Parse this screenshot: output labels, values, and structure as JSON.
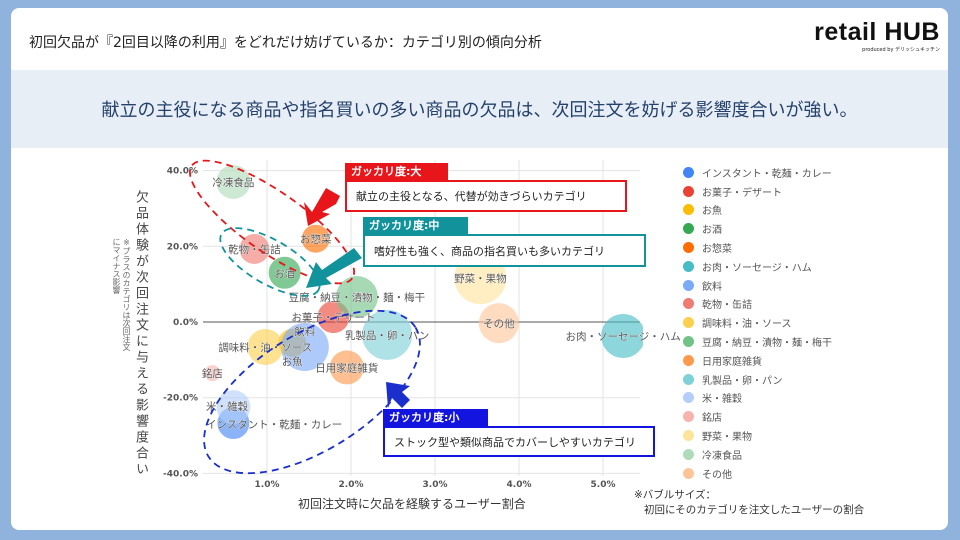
{
  "header": {
    "title": "初回欠品が『2回目以降の利用』をどれだけ妨げているか：カテゴリ別の傾向分析",
    "logo_main": "retail HUB",
    "logo_sub": "produced by デリッシュキッチン"
  },
  "headline": "献立の主役になる商品や指名買いの多い商品の欠品は、次回注文を妨げる影響度合いが強い。",
  "callouts": [
    {
      "head": "ガッカリ度:大",
      "text": "献立の主役となる、代替が効きづらいカテゴリ",
      "color": "#e8161b"
    },
    {
      "head": "ガッカリ度:中",
      "text": "嗜好性も強く、商品の指名買いも多いカテゴリ",
      "color": "#12939b"
    },
    {
      "head": "ガッカリ度:小",
      "text": "ストック型や類似商品でカバーしやすいカテゴリ",
      "color": "#1414e0"
    }
  ],
  "chart_data": {
    "type": "scatter",
    "subtype": "bubble",
    "xlabel": "初回注文時に欠品を経験するユーザー割合",
    "ylabel": "欠品体験が次回注文に与える影響度合い",
    "ylabel_note": "※プラスのカテゴリは次回注文にマイナス影響",
    "size_note_line1": "※バブルサイズ：",
    "size_note_line2": "初回にそのカテゴリを注文したユーザーの割合",
    "xlim": [
      0.0,
      5.5
    ],
    "ylim": [
      -40,
      40
    ],
    "xticks": [
      1.0,
      2.0,
      3.0,
      4.0,
      5.0
    ],
    "xtick_labels": [
      "1.0%",
      "2.0%",
      "3.0%",
      "4.0%",
      "5.0%"
    ],
    "yticks": [
      40,
      20,
      0,
      -20,
      -40
    ],
    "ytick_labels": [
      "40.0%",
      "20.0%",
      "0.0%",
      "-20.0%",
      "-40.0%"
    ],
    "grid": true,
    "legend_position": "right",
    "series": [
      {
        "name": "インスタント・乾麺・カレー",
        "x": 0.6,
        "y": -26.7,
        "size": 16,
        "color": "#4285f4"
      },
      {
        "name": "お菓子・デザート",
        "x": 1.79,
        "y": 1.3,
        "size": 16,
        "color": "#ea4335"
      },
      {
        "name": "お魚",
        "x": 1.3,
        "y": -5.5,
        "size": 14,
        "color": "#fbbc04"
      },
      {
        "name": "お酒",
        "x": 1.21,
        "y": 13.0,
        "size": 16,
        "color": "#34a853"
      },
      {
        "name": "お惣菜",
        "x": 1.58,
        "y": 22.0,
        "size": 14,
        "color": "#ff6d01"
      },
      {
        "name": "お肉・ソーセージ・ハム",
        "x": 5.24,
        "y": -3.7,
        "size": 22,
        "color": "#46bdc6"
      },
      {
        "name": "飲料",
        "x": 1.45,
        "y": -6.6,
        "size": 24,
        "color": "#7baaf7"
      },
      {
        "name": "乾物・缶詰",
        "x": 0.85,
        "y": 19.3,
        "size": 15,
        "color": "#f07b72"
      },
      {
        "name": "調味料・油・ソース",
        "x": 0.98,
        "y": -6.6,
        "size": 18,
        "color": "#fcd04f"
      },
      {
        "name": "豆腐・納豆・漬物・麺・梅干",
        "x": 2.07,
        "y": 6.6,
        "size": 21,
        "color": "#71c287"
      },
      {
        "name": "日用家庭雑貨",
        "x": 1.95,
        "y": -12.0,
        "size": 17,
        "color": "#ff994d"
      },
      {
        "name": "乳製品・卵・パン",
        "x": 2.43,
        "y": -3.4,
        "size": 25,
        "color": "#7ed1d7"
      },
      {
        "name": "米・雑穀",
        "x": 0.6,
        "y": -22.5,
        "size": 17,
        "color": "#b3cefb"
      },
      {
        "name": "銘店",
        "x": 0.35,
        "y": -13.5,
        "size": 8,
        "color": "#f7b4ae"
      },
      {
        "name": "野菜・果物",
        "x": 3.54,
        "y": 11.6,
        "size": 26,
        "color": "#fde49b"
      },
      {
        "name": "冷凍食品",
        "x": 0.6,
        "y": 37.0,
        "size": 17,
        "color": "#aedcba"
      },
      {
        "name": "その他",
        "x": 3.76,
        "y": -0.3,
        "size": 20,
        "color": "#ffc599"
      }
    ]
  }
}
